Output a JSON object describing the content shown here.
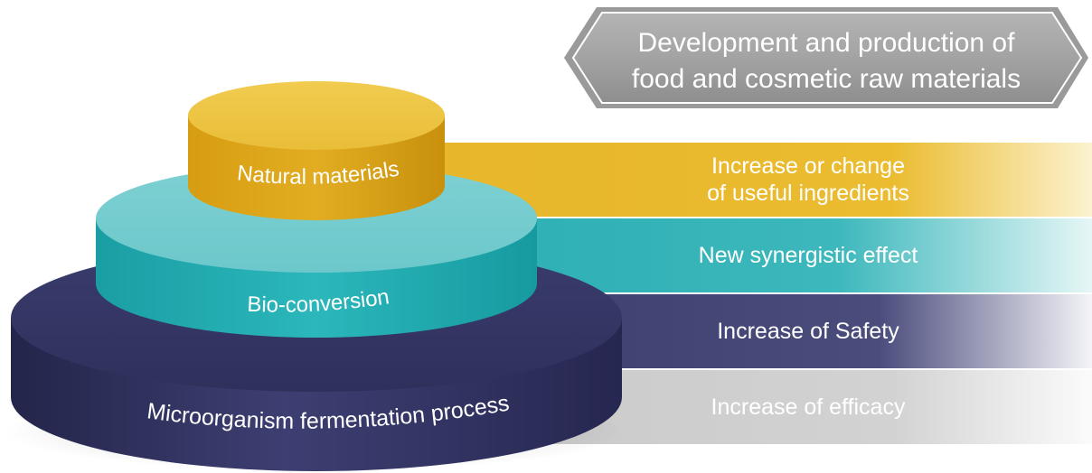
{
  "banner": {
    "line1": "Development and production of",
    "line2": "food and cosmetic raw materials"
  },
  "bands": [
    {
      "line1": "Increase or change",
      "line2": "of useful ingredients",
      "color": "#e7b62a"
    },
    {
      "line1": "New synergistic effect",
      "line2": "",
      "color": "#2aaeb2"
    },
    {
      "line1": "Increase of Safety",
      "line2": "",
      "color": "#3a3c6a"
    },
    {
      "line1": "Increase of efficacy",
      "line2": "",
      "color": "#c9c9c9"
    }
  ],
  "layers": {
    "top": {
      "label": "Natural materials",
      "color": "#e2aa1f"
    },
    "middle": {
      "label": "Bio-conversion",
      "color": "#2aafb4"
    },
    "bottom": {
      "label": "Microorganism fermentation process",
      "color": "#2e2f5a"
    }
  }
}
